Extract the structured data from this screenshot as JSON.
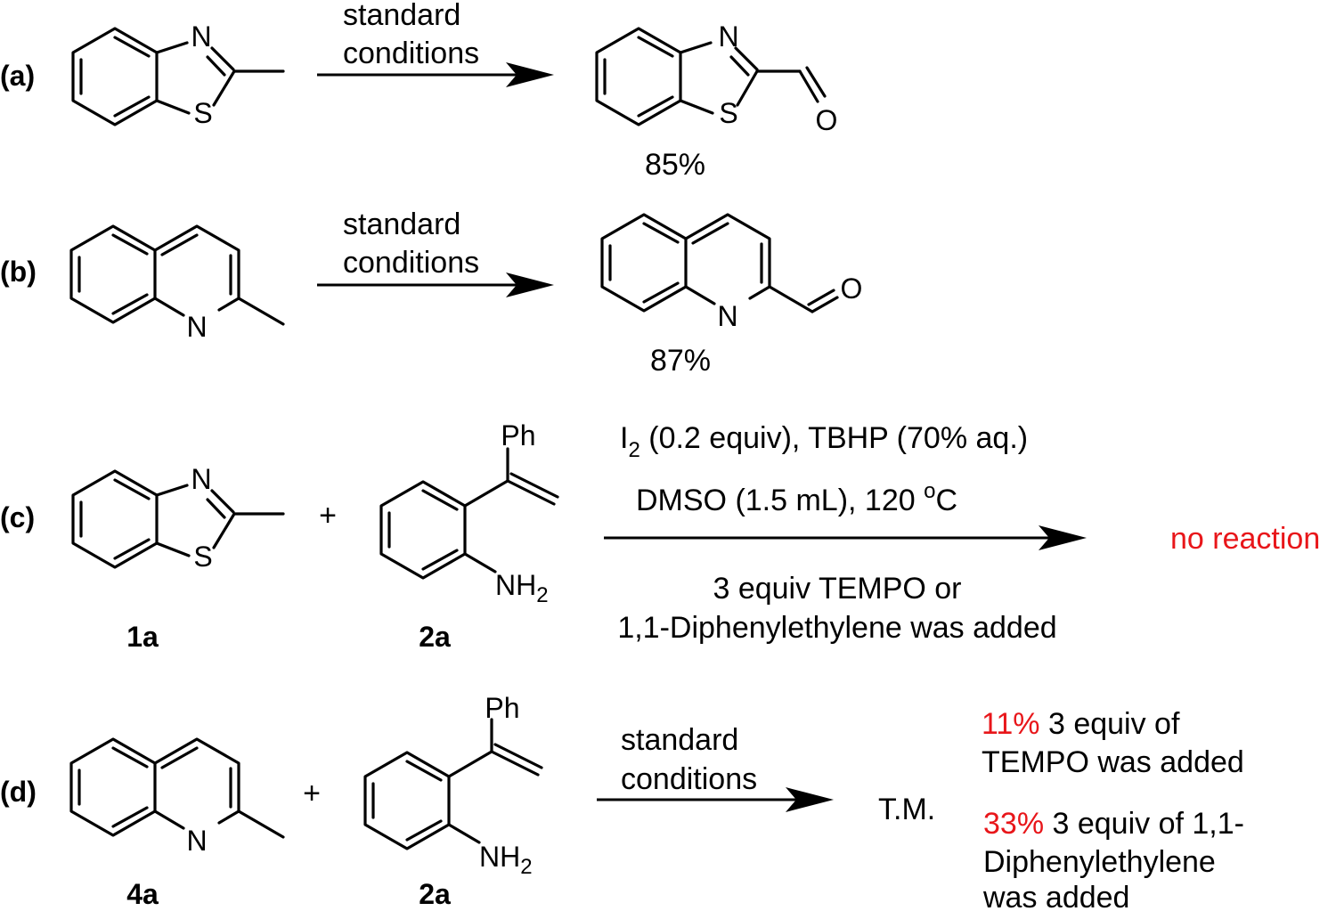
{
  "reactions": {
    "a": {
      "label": "(a)",
      "cond_line1": "standard",
      "cond_line2": "conditions",
      "yield": "85%",
      "atoms": {
        "n_sm": "N",
        "s_sm": "S",
        "n_pr": "N",
        "s_pr": "S",
        "o_pr": "O"
      }
    },
    "b": {
      "label": "(b)",
      "cond_line1": "standard",
      "cond_line2": "conditions",
      "yield": "87%",
      "atoms": {
        "n_sm": "N",
        "n_pr": "N",
        "o_pr": "O"
      }
    },
    "c": {
      "label": "(c)",
      "plus": "+",
      "compound1": "1a",
      "compound2": "2a",
      "cond_i2_base": "I",
      "cond_i2_sub": "2",
      "cond_i2_rest": " (0.2 equiv), TBHP (70% aq.)",
      "cond_dmso": "DMSO (1.5 mL), 120 ",
      "cond_deg": "o",
      "cond_c": "C",
      "below_line1": "3 equiv TEMPO or",
      "below_line2": "1,1-Diphenylethylene was added",
      "result": "no reaction",
      "atoms": {
        "n": "N",
        "s": "S",
        "ph": "Ph",
        "nh": "NH",
        "nh_sub": "2"
      }
    },
    "d": {
      "label": "(d)",
      "plus": "+",
      "compound1": "4a",
      "compound2": "2a",
      "cond_line1": "standard",
      "cond_line2": "conditions",
      "product": "T.M.",
      "result1_pct": "11%",
      "result1_line1": " 3 equiv of",
      "result1_line2": "TEMPO was added",
      "result2_pct": "33%",
      "result2_line1": " 3 equiv of 1,1-",
      "result2_line2": "Diphenylethylene",
      "result2_line3": "was added",
      "atoms": {
        "n": "N",
        "ph": "Ph",
        "nh": "NH",
        "nh_sub": "2"
      }
    }
  },
  "colors": {
    "accent_red": "#e8161a",
    "ink": "#000000"
  }
}
